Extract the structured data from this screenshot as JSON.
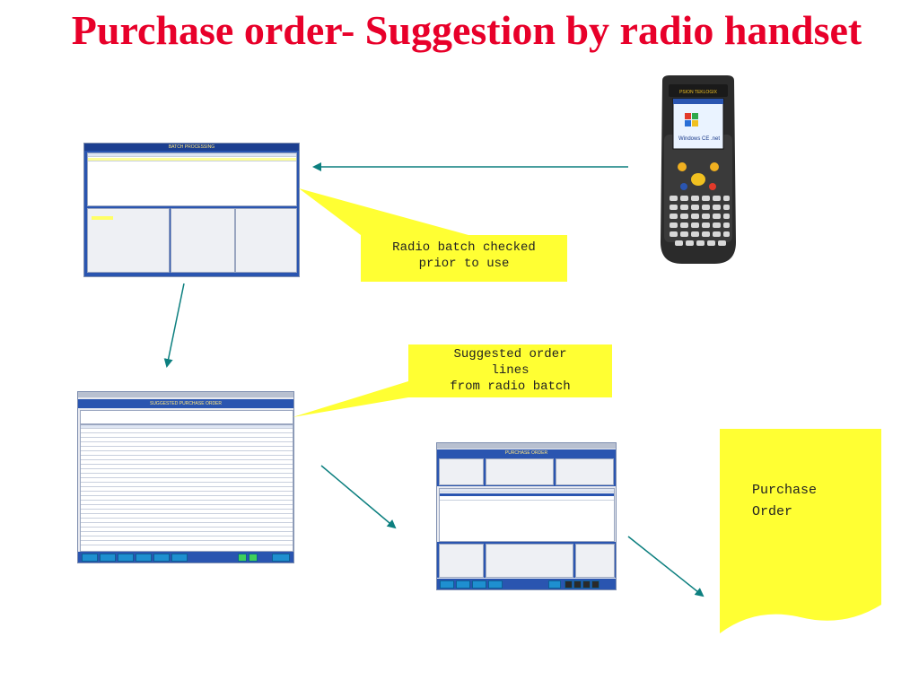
{
  "title": "Purchase order- Suggestion by radio handset",
  "callouts": {
    "radio_batch": "Radio batch checked\nprior to use",
    "suggested_lines": "Suggested order\nlines\nfrom radio batch",
    "purchase_order": "Purchase\nOrder"
  },
  "screens": {
    "batch_processing": "BATCH PROCESSING",
    "suggested_po": "SUGGESTED PURCHASE ORDER",
    "purchase_order": "PURCHASE ORDER"
  },
  "device": {
    "brand": "PSION TEKLOGIX",
    "os": "Windows CE .net"
  },
  "colors": {
    "title": "#e8002a",
    "callout": "#ffff33",
    "arrow": "#0c7f7f",
    "screen_blue": "#2a55b0"
  }
}
